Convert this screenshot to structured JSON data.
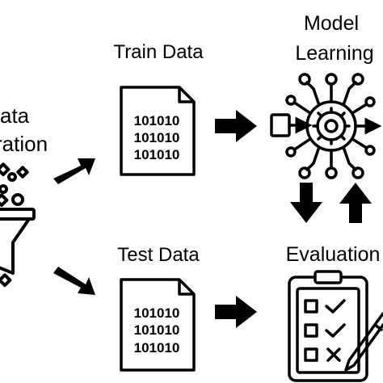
{
  "labels": {
    "data_preparation_line1": "ata",
    "data_preparation_line2": "ration",
    "train_data": "Train Data",
    "test_data": "Test Data",
    "model_line1": "Model",
    "model_line2": "Learning",
    "evaluation": "Evaluation"
  },
  "binary": {
    "train_rows": [
      "101010",
      "101010",
      "101010"
    ],
    "test_rows": [
      "101010",
      "101010",
      "101010"
    ]
  },
  "icons": {
    "funnel": "funnel-icon",
    "document": "document-icon",
    "neural": "gear-network-icon",
    "clipboard": "checklist-clipboard-icon",
    "pen": "pen-icon"
  },
  "colors": {
    "ink": "#000000",
    "background": "#ffffff"
  }
}
